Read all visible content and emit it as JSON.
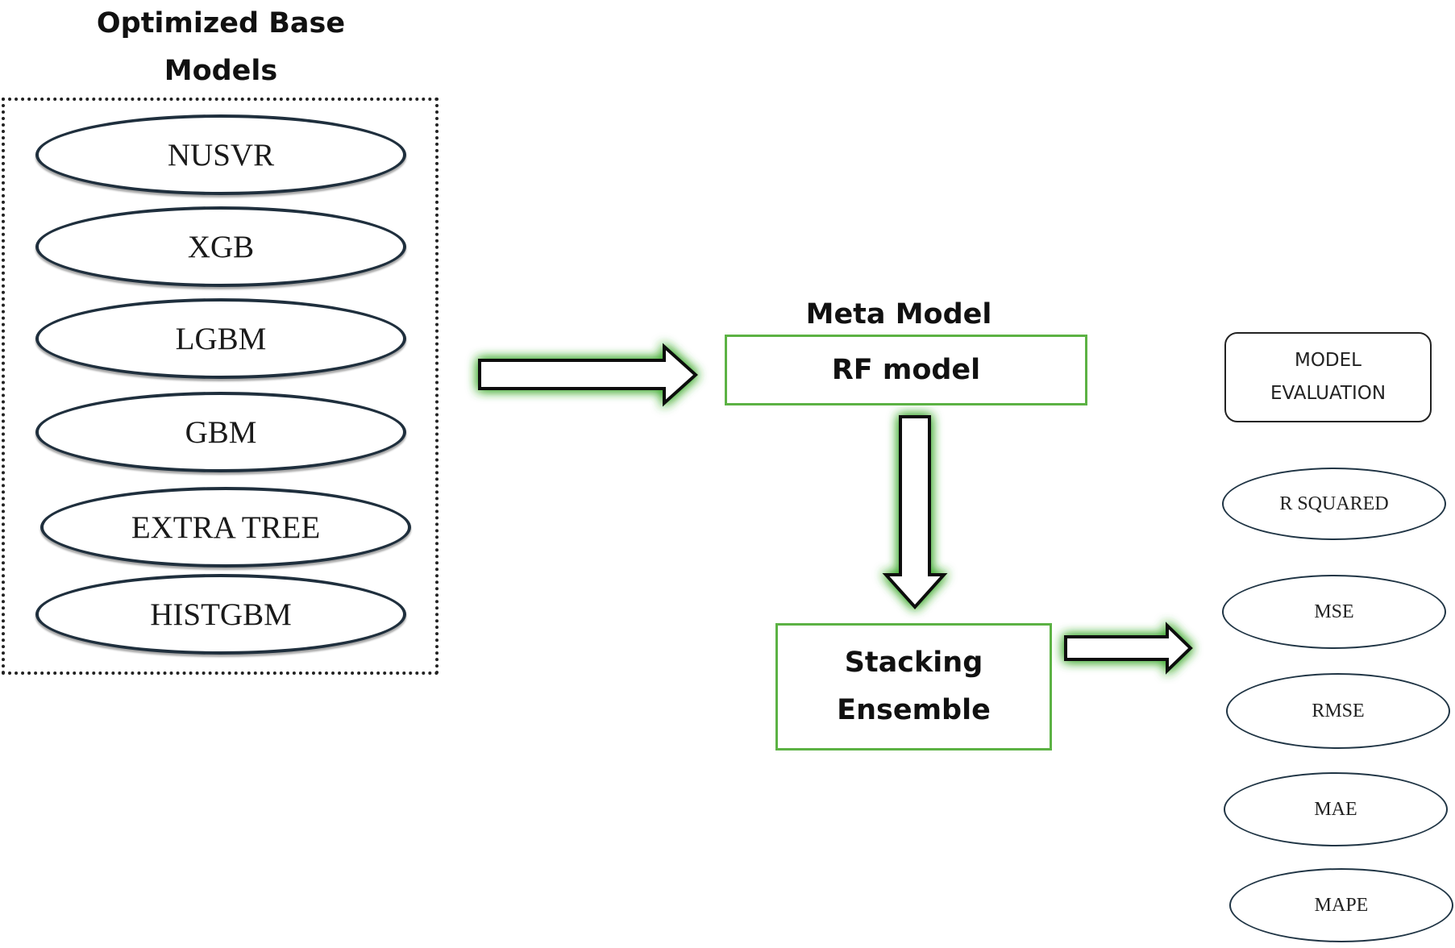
{
  "base_models": {
    "title": "Optimized Base\nModels",
    "items": [
      "NUSVR",
      "XGB",
      "LGBM",
      "GBM",
      "EXTRA TREE",
      "HISTGBM"
    ]
  },
  "meta_model": {
    "title": "Meta Model",
    "box_label": "RF model"
  },
  "stacking": {
    "label": "Stacking\nEnsemble"
  },
  "evaluation": {
    "title": "MODEL\nEVALUATION",
    "metrics": [
      "R SQUARED",
      "MSE",
      "RMSE",
      "MAE",
      "MAPE"
    ]
  },
  "colors": {
    "box_border": "#5cb244",
    "arrow_glow": "#3aa82a",
    "ellipse_border": "#1f2f3d"
  }
}
